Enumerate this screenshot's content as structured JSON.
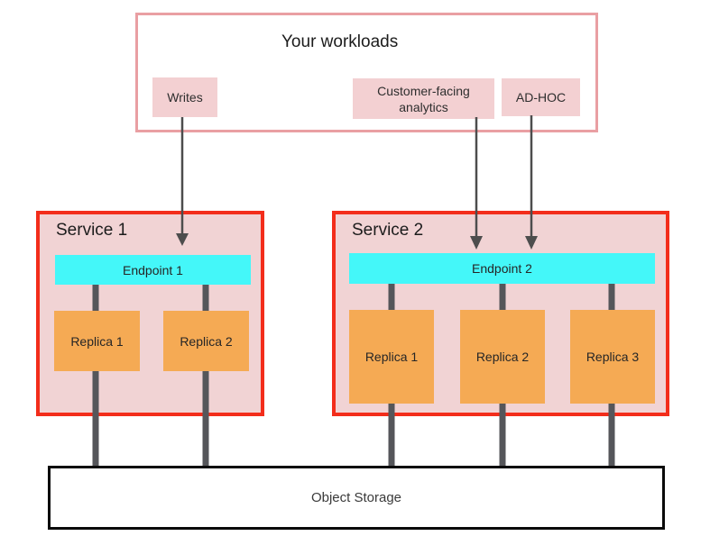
{
  "colors": {
    "workloads_border": "#e99fa3",
    "workload_pill_fill": "#f3d0d2",
    "service_border": "#f32d1b",
    "service_fill": "#f1d3d4",
    "endpoint_fill": "#44f7f9",
    "replica_fill": "#f5aa54",
    "connector_grey": "#55565a",
    "arrow_grey": "#4d4d4d",
    "storage_border": "#0a0a0a"
  },
  "workloads": {
    "title": "Your workloads",
    "items": [
      {
        "label": "Writes"
      },
      {
        "label": "Customer-facing analytics"
      },
      {
        "label": "AD-HOC"
      }
    ]
  },
  "services": [
    {
      "name": "Service 1",
      "endpoint": "Endpoint 1",
      "replicas": [
        "Replica 1",
        "Replica 2"
      ]
    },
    {
      "name": "Service 2",
      "endpoint": "Endpoint 2",
      "replicas": [
        "Replica 1",
        "Replica 2",
        "Replica 3"
      ]
    }
  ],
  "storage": {
    "label": "Object Storage"
  }
}
